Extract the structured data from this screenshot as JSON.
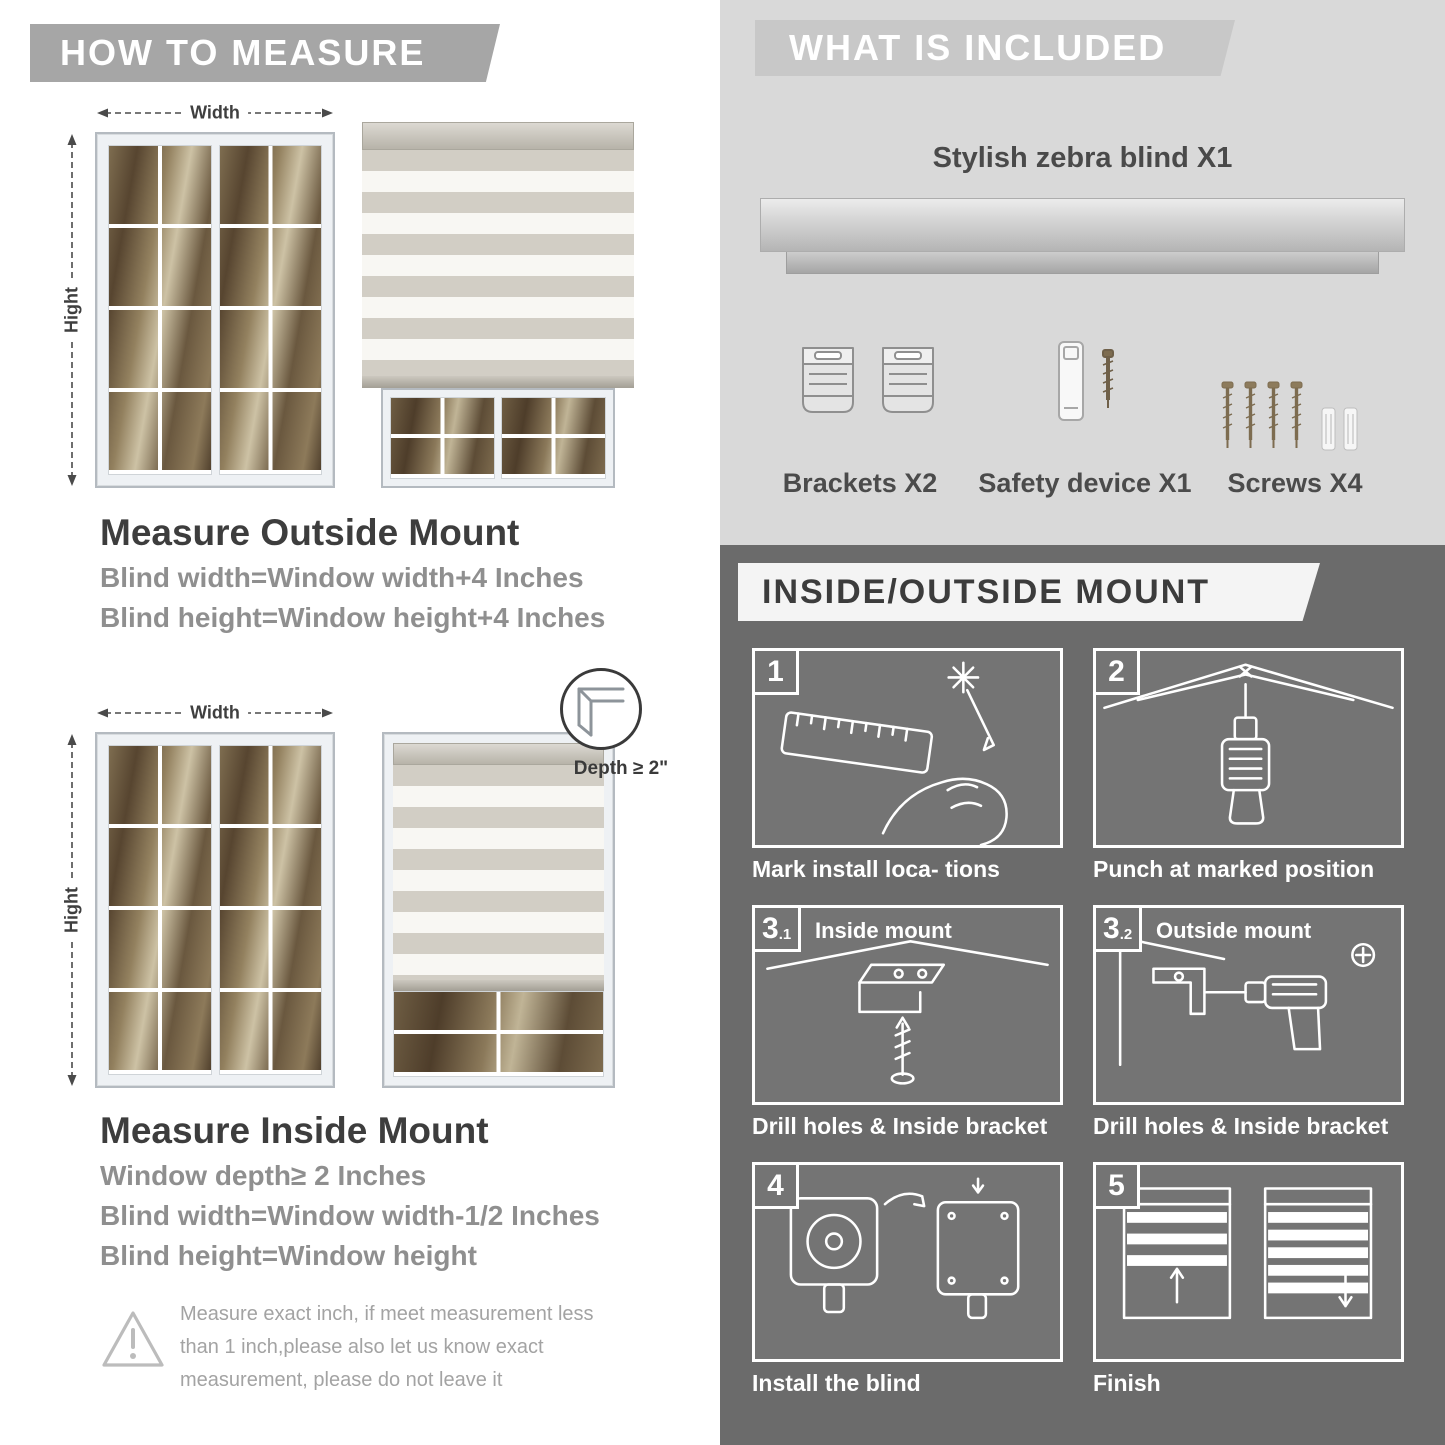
{
  "colors": {
    "left_banner": "#a6a6a6",
    "included_banner": "#c8c8c8",
    "light_block": "#d9d9d9",
    "dark_block": "#6b6b6b",
    "mount_banner": "#f4f4f4",
    "heading_text": "#3d3d3d",
    "body_text": "#8f8f8f"
  },
  "left": {
    "header": "HOW TO MEASURE",
    "outside": {
      "width_label": "Width",
      "height_label": "Hight",
      "heading": "Measure Outside Mount",
      "line1": "Blind width=Window width+4 Inches",
      "line2": "Blind height=Window height+4 Inches"
    },
    "inside": {
      "width_label": "Width",
      "height_label": "Hight",
      "depth_label": "Depth ≥ 2\"",
      "heading": "Measure Inside Mount",
      "line1": "Window depth≥ 2 Inches",
      "line2": "Blind width=Window width-1/2 Inches",
      "line3": "Blind height=Window height"
    },
    "warning_text": "Measure exact inch, if meet measurement less than 1 inch,please also let us know exact measurement, please do not leave it"
  },
  "right": {
    "included": {
      "header": "WHAT IS INCLUDED",
      "blind_label": "Stylish zebra blind X1",
      "items": [
        {
          "label": "Brackets X2"
        },
        {
          "label": "Safety device X1"
        },
        {
          "label": "Screws X4"
        }
      ]
    },
    "mount": {
      "header": "INSIDE/OUTSIDE MOUNT",
      "steps": [
        {
          "num": "1",
          "sub": "",
          "title": "",
          "caption": "Mark install loca- tions"
        },
        {
          "num": "2",
          "sub": "",
          "title": "",
          "caption": "Punch at  marked position"
        },
        {
          "num": "3",
          "sub": ".1",
          "title": "Inside mount",
          "caption": "Drill holes &  Inside bracket"
        },
        {
          "num": "3",
          "sub": ".2",
          "title": "Outside mount",
          "caption": "Drill holes &  Inside bracket"
        },
        {
          "num": "4",
          "sub": "",
          "title": "",
          "caption": "Install the blind"
        },
        {
          "num": "5",
          "sub": "",
          "title": "",
          "caption": "Finish"
        }
      ]
    }
  }
}
